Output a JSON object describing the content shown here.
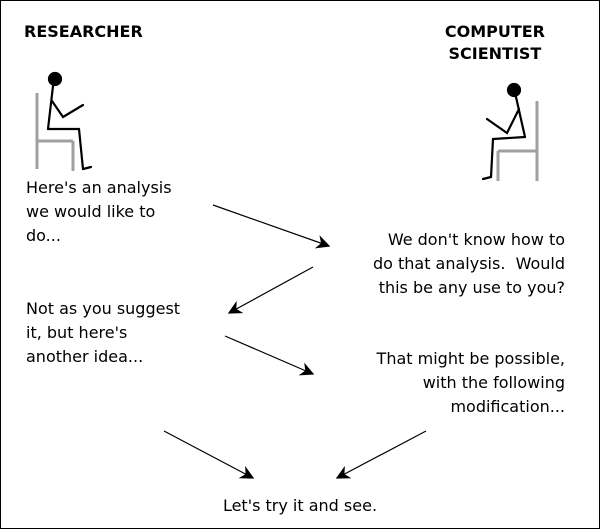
{
  "researcher": {
    "heading": "RESEARCHER"
  },
  "computer_scientist": {
    "heading_line1": "COMPUTER",
    "heading_line2": "SCIENTIST"
  },
  "dialogue": {
    "researcher_1": "Here's an analysis\nwe would like to\ndo...",
    "computer_scientist_1": "We don't know how to\ndo that analysis.  Would\nthis be any use to you?",
    "researcher_2": "Not as you suggest\nit, but here's\nanother idea...",
    "computer_scientist_2": "That might be possible,\nwith the following\nmodification...",
    "conclusion": "Let's try it and see."
  },
  "colors": {
    "ink": "#000000",
    "chair": "#a0a0a0"
  }
}
